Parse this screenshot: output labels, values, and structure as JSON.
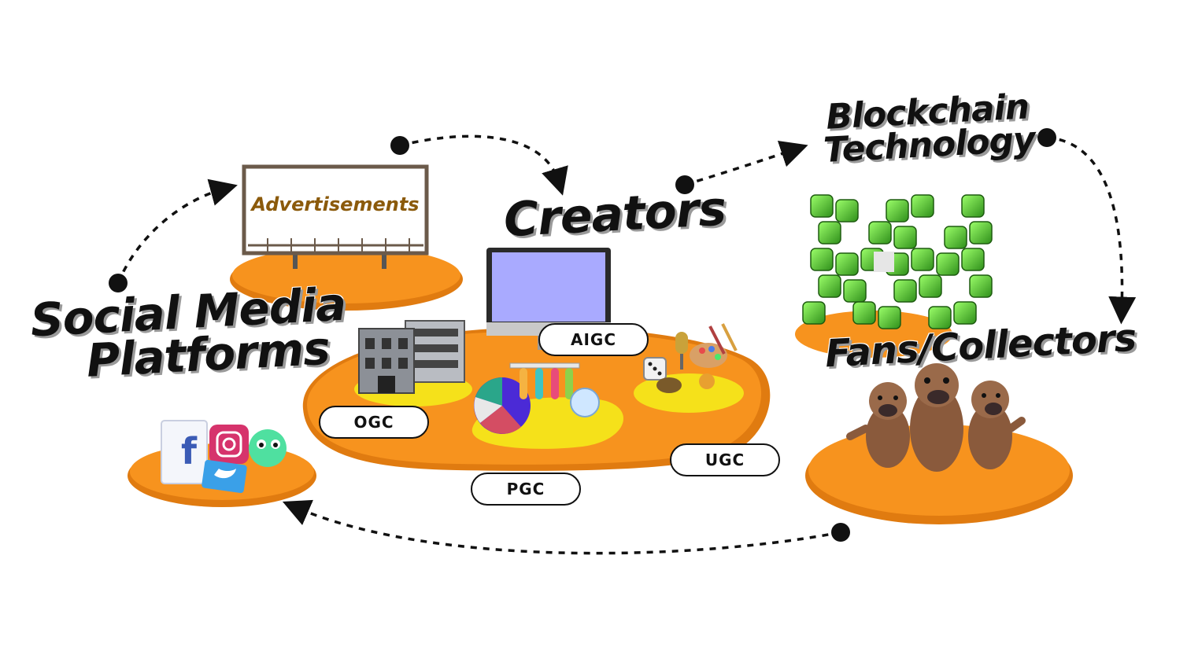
{
  "labels": {
    "social": [
      "Social Media",
      "Platforms"
    ],
    "creators": "Creators",
    "blockchain": [
      "Blockchain",
      "Technology"
    ],
    "fans": "Fans/Collectors",
    "billboard": "Advertisements"
  },
  "content_types": {
    "aigc": "AIGC",
    "ogc": "OGC",
    "pgc": "PGC",
    "ugc": "UGC"
  },
  "colors": {
    "island": "#f7931e",
    "sub_island": "#f5e11a",
    "cube": "#5ee03a",
    "cube_dark": "#2f8f1a",
    "screen": "#a9aaff",
    "otter": "#8a5a3c",
    "billboard_text": "#8b5a0b",
    "arrow": "#111111"
  },
  "icons": [
    "facebook-icon",
    "instagram-icon",
    "twitter-icon",
    "messenger-icon"
  ]
}
